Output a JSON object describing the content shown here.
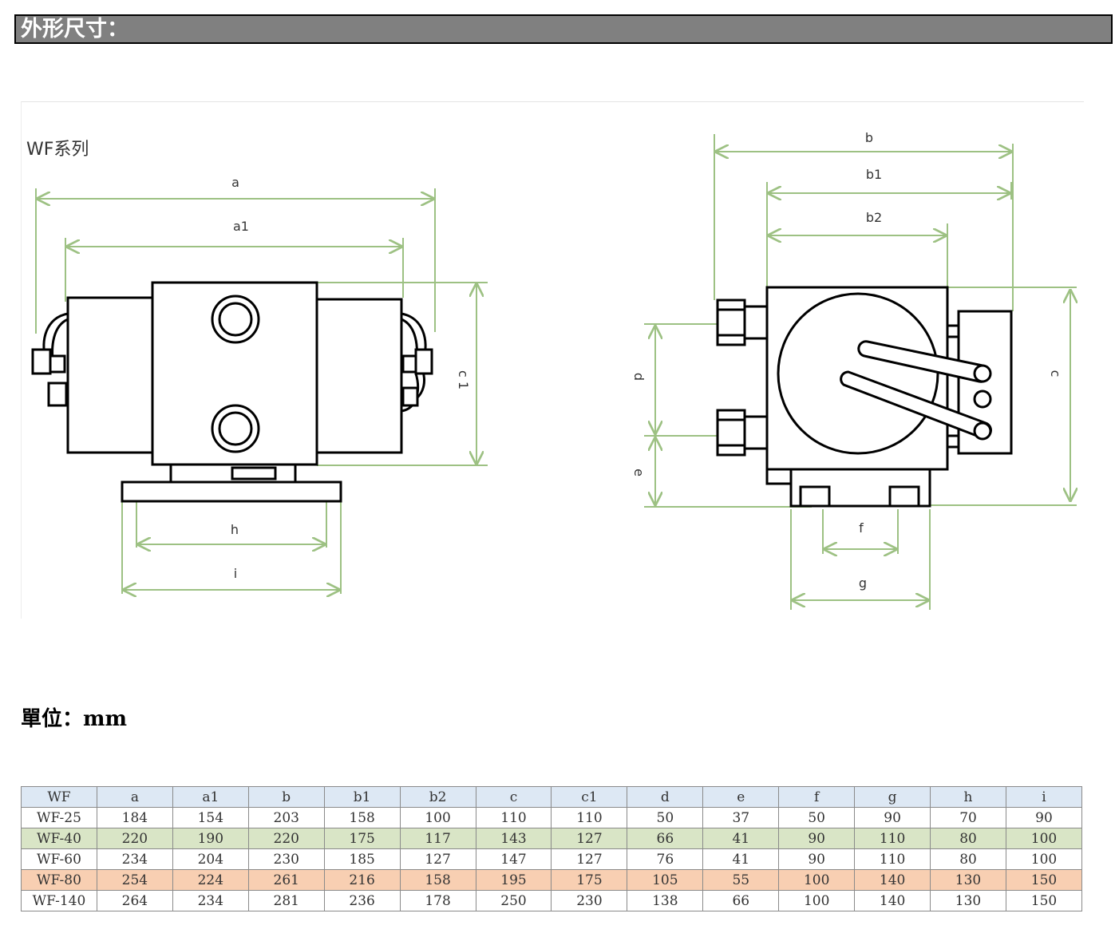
{
  "header": {
    "title": "外形尺寸："
  },
  "diagram": {
    "series_title": "WF系列",
    "labels": {
      "a": "a",
      "a1": "a1",
      "c1": "c 1",
      "h": "h",
      "i": "i",
      "b": "b",
      "b1": "b1",
      "b2": "b2",
      "c": "c",
      "d": "d",
      "e": "e",
      "f": "f",
      "g": "g"
    },
    "colors": {
      "dimension_line": "#9dc183",
      "outline": "#000000"
    }
  },
  "unit": {
    "label": "單位：mm"
  },
  "table": {
    "columns": [
      "WF",
      "a",
      "a1",
      "b",
      "b1",
      "b2",
      "c",
      "c1",
      "d",
      "e",
      "f",
      "g",
      "h",
      "i"
    ],
    "rows": [
      [
        "WF-25",
        "184",
        "154",
        "203",
        "158",
        "100",
        "110",
        "110",
        "50",
        "37",
        "50",
        "90",
        "70",
        "90"
      ],
      [
        "WF-40",
        "220",
        "190",
        "220",
        "175",
        "117",
        "143",
        "127",
        "66",
        "41",
        "90",
        "110",
        "80",
        "100"
      ],
      [
        "WF-60",
        "234",
        "204",
        "230",
        "185",
        "127",
        "147",
        "127",
        "76",
        "41",
        "90",
        "110",
        "80",
        "100"
      ],
      [
        "WF-80",
        "254",
        "224",
        "261",
        "216",
        "158",
        "195",
        "175",
        "105",
        "55",
        "100",
        "140",
        "130",
        "150"
      ],
      [
        "WF-140",
        "264",
        "234",
        "281",
        "236",
        "178",
        "250",
        "230",
        "138",
        "66",
        "100",
        "140",
        "130",
        "150"
      ]
    ],
    "row_colors": {
      "green": "#d9e5c6",
      "orange": "#f8cfb2",
      "header": "#dde8f4"
    }
  }
}
